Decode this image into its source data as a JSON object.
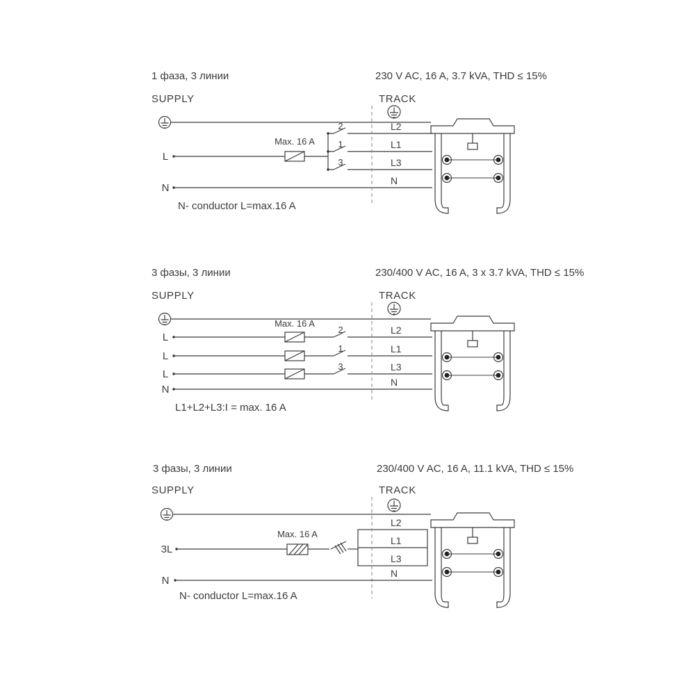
{
  "colors": {
    "line": "#3b3b3b",
    "dash": "#8c8c8c",
    "text": "#3b3b3b",
    "background": "#ffffff"
  },
  "diagrams": [
    {
      "title_left": "1 фаза, 3 линии",
      "title_right": "230 V AC, 16 A, 3.7 kVA, THD ≤ 15%",
      "supply_label": "SUPPLY",
      "track_label": "TRACK",
      "fuse_label": "Max. 16 A",
      "terminals": [
        "L",
        "N"
      ],
      "switch_numbers": [
        "2",
        "1",
        "3"
      ],
      "track_lines": [
        "L2",
        "L1",
        "L3",
        "N"
      ],
      "note": "N- conductor L=max.16 A"
    },
    {
      "title_left": "3 фазы, 3 линии",
      "title_right": "230/400 V AC, 16 A, 3 x 3.7 kVA, THD ≤ 15%",
      "supply_label": "SUPPLY",
      "track_label": "TRACK",
      "fuse_label": "Max. 16 A",
      "terminals": [
        "L",
        "L",
        "L",
        "N"
      ],
      "switch_numbers": [
        "2",
        "1",
        "3"
      ],
      "track_lines": [
        "L2",
        "L1",
        "L3",
        "N"
      ],
      "note": "L1+L2+L3:I = max. 16 A"
    },
    {
      "title_left": "3 фазы, 3 линии",
      "title_right": "230/400 V AC, 16 A, 11.1 kVA, THD ≤ 15%",
      "supply_label": "SUPPLY",
      "track_label": "TRACK",
      "fuse_label": "Max. 16 A",
      "terminals": [
        "3L",
        "N"
      ],
      "track_lines": [
        "L2",
        "L1",
        "L3",
        "N"
      ],
      "note": "N- conductor L=max.16 A"
    }
  ]
}
